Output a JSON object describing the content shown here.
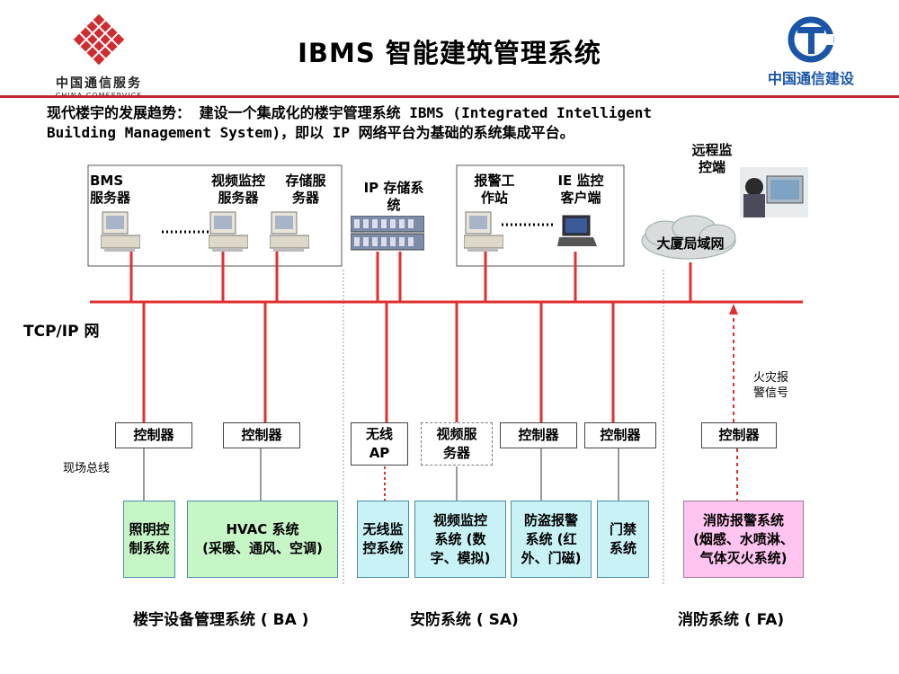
{
  "title": "IBMS 智能建筑管理系统",
  "logos": {
    "left_name": "中国通信服务",
    "left_sub": "CHINA COMSERVICE",
    "right_name": "中国通信建设"
  },
  "intro": {
    "line1": "现代楼宇的发展趋势： 建设一个集成化的楼宇管理系统 IBMS (Integrated Intelligent",
    "line2": "Building Management System)，即以 IP 网络平台为基础的系统集成平台。"
  },
  "top": {
    "bms_server": "BMS\n服务器",
    "video_server": "视频监控\n服务器",
    "storage_server": "存储服\n务器",
    "dots": "……",
    "ip_storage": "IP 存储系\n统",
    "alarm_station": "报警工\n作站",
    "ie_client": "IE 监控\n客户端",
    "remote_monitor": "远程监\n控端",
    "lan": "大厦局域网"
  },
  "network_label": "TCP/IP 网",
  "fieldbus_label": "现场总线",
  "fire_signal": "火灾报\n警信号",
  "controllers": {
    "c1": "控制器",
    "c2": "控制器",
    "wireless_ap": "无线\nAP",
    "video_service": "视频服\n务器",
    "c3": "控制器",
    "c4": "控制器",
    "c5": "控制器"
  },
  "subsystems": {
    "lighting": "照明控\n制系统",
    "hvac": "HVAC 系统\n(采暖、通风、空调)",
    "wireless_monitor": "无线监\n控系统",
    "video_monitor": "视频监控\n系统 (数\n字、模拟)",
    "intrusion": "防盗报警\n系统 (红\n外、门磁)",
    "access": "门禁\n系统",
    "fire": "消防报警系统\n(烟感、水喷淋、\n气体灭火系统)"
  },
  "footers": {
    "ba": "楼宇设备管理系统 ( BA )",
    "sa": "安防系统 ( SA)",
    "fa": "消防系统 ( FA)"
  },
  "colors": {
    "accent_red": "#c0282d",
    "bus_red": "#e03030",
    "green_box": "#c6f5c6",
    "cyan_box": "#c8f2f6",
    "pink_box": "#ffc4f0",
    "brand_blue": "#1a55a8"
  }
}
